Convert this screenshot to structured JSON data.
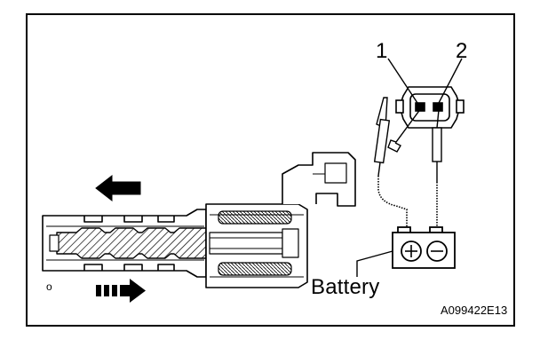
{
  "diagram": {
    "terminal_1_label": "1",
    "terminal_2_label": "2",
    "battery_label": "Battery",
    "battery_plus_symbol": "+",
    "battery_minus_symbol": "−",
    "figure_code": "A099422E13",
    "corner_mark": "o"
  },
  "colors": {
    "line": "#000000",
    "background": "#ffffff"
  }
}
